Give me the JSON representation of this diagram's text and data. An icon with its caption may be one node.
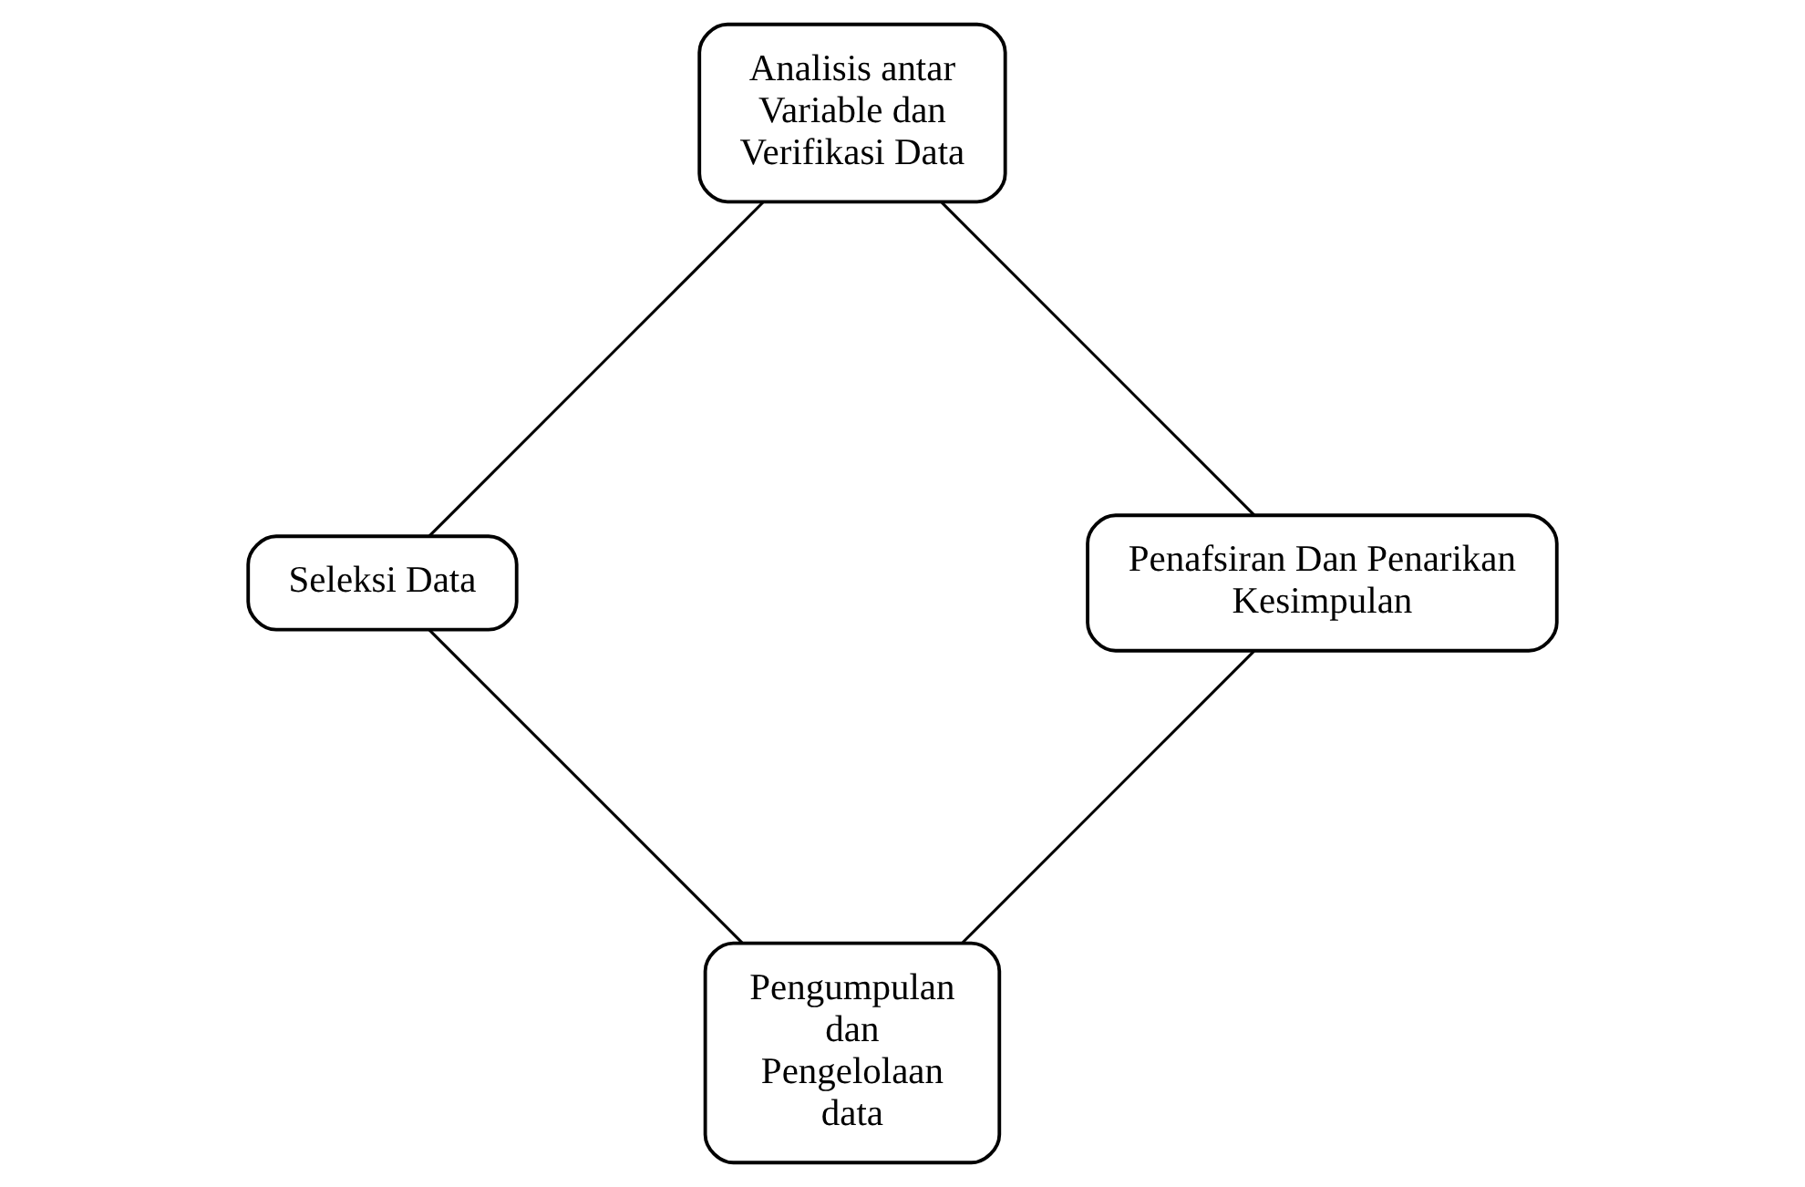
{
  "diagram": {
    "nodes": [
      {
        "text": [
          "Pengumpulan dan Pengelolaan data"
        ]
      },
      {
        "text": [
          "Seleksi Data"
        ]
      },
      {
        "text": [
          "Analisis antar Variable dan Verifikasi Data"
        ]
      },
      {
        "text": [
          "Penafsiran Dan Penarikan Kesimpulan"
        ]
      }
    ],
    "edges": [
      {
        "from": 0,
        "to": 1,
        "arrow": "none"
      },
      {
        "from": 1,
        "to": 2,
        "arrow": "none"
      },
      {
        "from": 2,
        "to": 3,
        "arrow": "none"
      },
      {
        "from": 3,
        "to": 0,
        "arrow": "none"
      }
    ]
  }
}
